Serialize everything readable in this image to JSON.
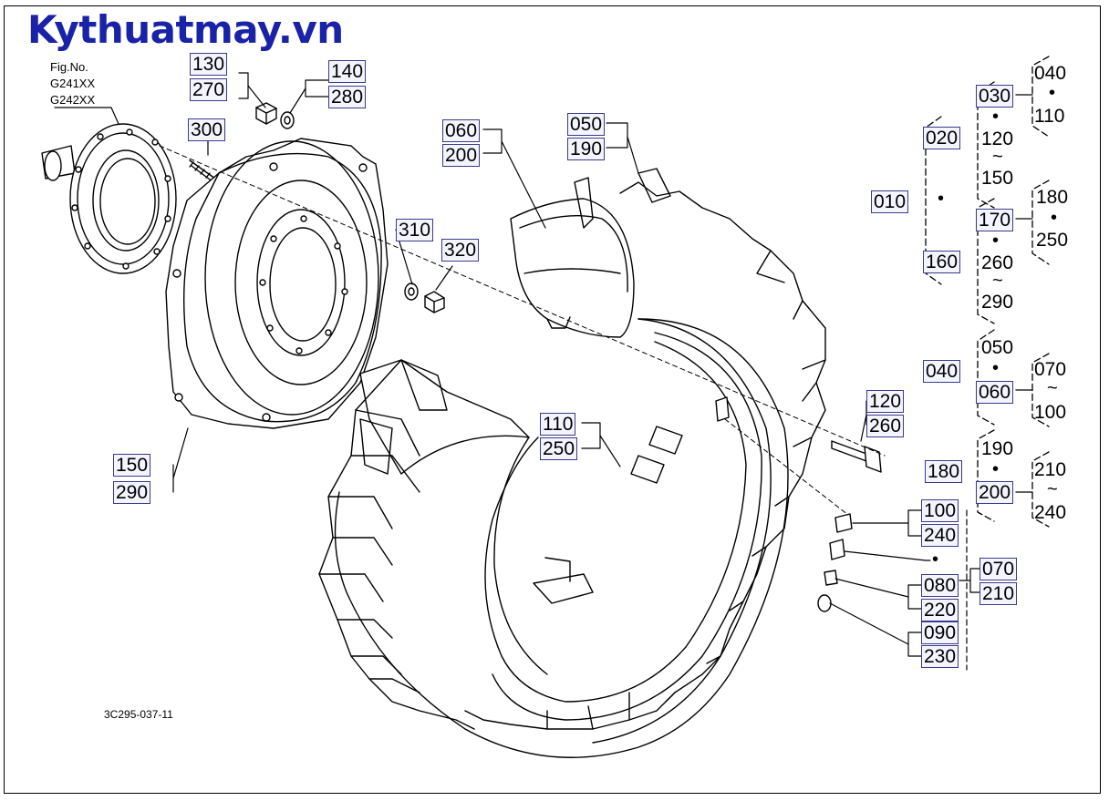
{
  "brand": "Kythuatmay.vn",
  "fig_label": "Fig.No.",
  "fig_codes": [
    "G241XX",
    "G242XX"
  ],
  "drawing_code": "3C295-037-11",
  "colors": {
    "brand": "#1a23a8",
    "label_box": "#3a3a8a",
    "line": "#000000"
  },
  "callouts": {
    "c130": "130",
    "c270": "270",
    "c140": "140",
    "c280": "280",
    "c300": "300",
    "c310": "310",
    "c320": "320",
    "c060": "060",
    "c200": "200",
    "c050": "050",
    "c190": "190",
    "c150": "150",
    "c290": "290",
    "c110": "110",
    "c250": "250",
    "c120": "120",
    "c260": "260",
    "c100": "100",
    "c240": "240",
    "c080": "080",
    "c220": "220",
    "c090": "090",
    "c230": "230",
    "c070": "070",
    "c210": "210"
  },
  "tree": {
    "t010": "010",
    "t020": "020",
    "t160": "160",
    "t030": "030",
    "t120": "120",
    "t150": "150",
    "t040a": "040",
    "t110a": "110",
    "t170": "170",
    "t260": "260",
    "t290": "290",
    "t180a": "180",
    "t250a": "250",
    "t040b": "040",
    "t050": "050",
    "t060": "060",
    "t070": "070",
    "t100": "100",
    "t180b": "180",
    "t190": "190",
    "t200": "200",
    "t210": "210",
    "t240": "240",
    "dot": "•",
    "tilde": "~"
  }
}
